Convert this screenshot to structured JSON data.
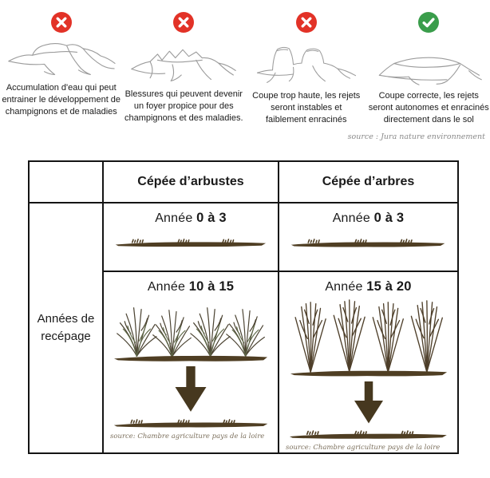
{
  "colors": {
    "reject_red": "#e23227",
    "approve_green": "#3a9d4b",
    "wood_brown": "#4a3b24",
    "table_border": "#141414"
  },
  "top_section": {
    "panels": [
      {
        "icon": "x-circle-icon",
        "caption": "Accumulation d'eau qui peut entrainer le développement de champignons et de maladies"
      },
      {
        "icon": "x-circle-icon",
        "caption": "Blessures qui peuvent devenir un foyer propice pour des champignons et des maladies."
      },
      {
        "icon": "x-circle-icon",
        "caption": "Coupe trop haute, les rejets seront instables et faiblement enracinés"
      },
      {
        "icon": "check-circle-icon",
        "caption": "Coupe correcte, les rejets seront autonomes et enracinés directement dans le sol"
      }
    ],
    "source": "source : Jura nature environnement"
  },
  "table": {
    "row_label": "Années de recépage",
    "columns": [
      {
        "header": "Cépée d’arbustes",
        "year1_prefix": "Année",
        "year1_range": "0 à 3",
        "year2_prefix": "Année",
        "year2_range": "10 à 15",
        "source": "source: Chambre agriculture pays de la loire"
      },
      {
        "header": "Cépée d’arbres",
        "year1_prefix": "Année",
        "year1_range": "0 à 3",
        "year2_prefix": "Année",
        "year2_range": "15 à 20",
        "source": "source: Chambre agriculture pays de la loire"
      }
    ]
  }
}
